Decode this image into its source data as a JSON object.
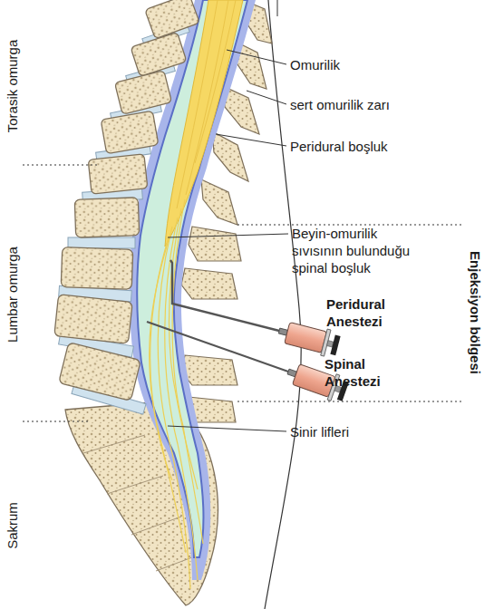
{
  "diagram": {
    "labels": [
      "Torasik omurga",
      "Omurilik",
      "sert omurilik zarı",
      "Peridural boşluk",
      "Lumbar omurga",
      "Beyin-omurilik sıvısının bulunduğu spinal boşluk",
      "Enjeksiyon bölgesi",
      "Peridural Anestezi",
      "Spinal Anestezi",
      "Sinir lifleri",
      "Sakrum"
    ]
  }
}
